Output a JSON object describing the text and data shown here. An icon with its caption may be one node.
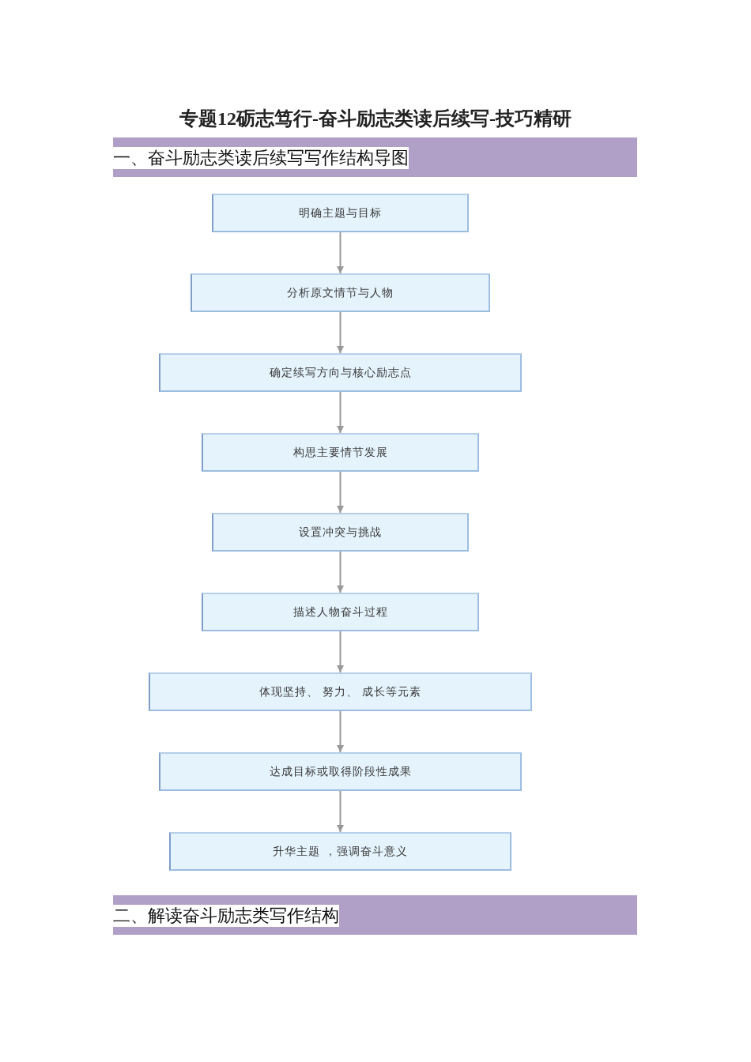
{
  "diagram": {
    "title": "专题12砺志笃行-奋斗励志类读后续写-技巧精研",
    "nodes": [
      {
        "text": [
          "一、奋斗励志类读后续写写作结构导图"
        ]
      },
      {
        "text": [
          "明确主题与目标"
        ]
      },
      {
        "text": [
          "分析原文情节与人物"
        ]
      },
      {
        "text": [
          "确定续写方向与核心励志点"
        ]
      },
      {
        "text": [
          "构思主要情节发展"
        ]
      },
      {
        "text": [
          "设置冲突与挑战"
        ]
      },
      {
        "text": [
          "描述人物奋斗过程"
        ]
      },
      {
        "text": [
          "体现坚持、 努力、 成长等元素"
        ]
      },
      {
        "text": [
          "达成目标或取得阶段性成果"
        ]
      },
      {
        "text": [
          "升华主题 ，强调奋斗意义"
        ]
      },
      {
        "text": [
          "二、解读奋斗励志类写作结构"
        ]
      }
    ],
    "edges": [
      {
        "from": 1,
        "to": 2,
        "arrow": "to"
      },
      {
        "from": 2,
        "to": 3,
        "arrow": "to"
      },
      {
        "from": 3,
        "to": 4,
        "arrow": "to"
      },
      {
        "from": 4,
        "to": 5,
        "arrow": "to"
      },
      {
        "from": 5,
        "to": 6,
        "arrow": "to"
      },
      {
        "from": 6,
        "to": 7,
        "arrow": "to"
      },
      {
        "from": 7,
        "to": 8,
        "arrow": "to"
      },
      {
        "from": 8,
        "to": 9,
        "arrow": "to"
      }
    ]
  }
}
